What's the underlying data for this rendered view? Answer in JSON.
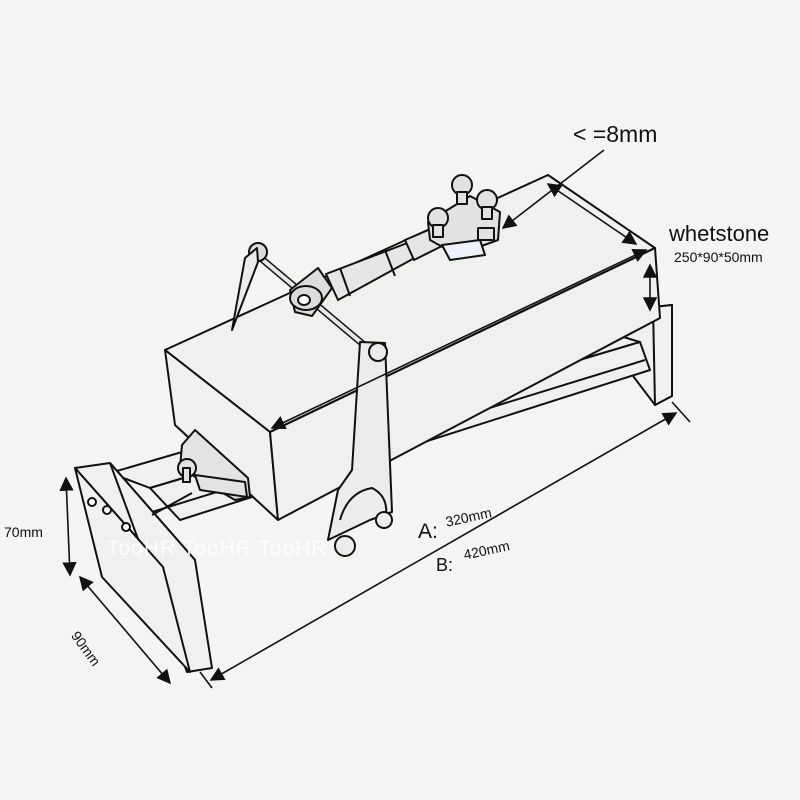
{
  "labels": {
    "max_width": "< =8mm",
    "whetstone": "whetstone",
    "whetstone_size": "250*90*50mm",
    "height": "70mm",
    "width": "90mm",
    "a_prefix": "A:",
    "a_value": "320mm",
    "b_prefix": "B:",
    "b_value": "420mm"
  },
  "watermark": "TooHR TooHR TooHR",
  "colors": {
    "background": "#f4f4f2",
    "line": "#111111",
    "wood": "#f0f0ee",
    "metal": "#d8d8d8"
  }
}
